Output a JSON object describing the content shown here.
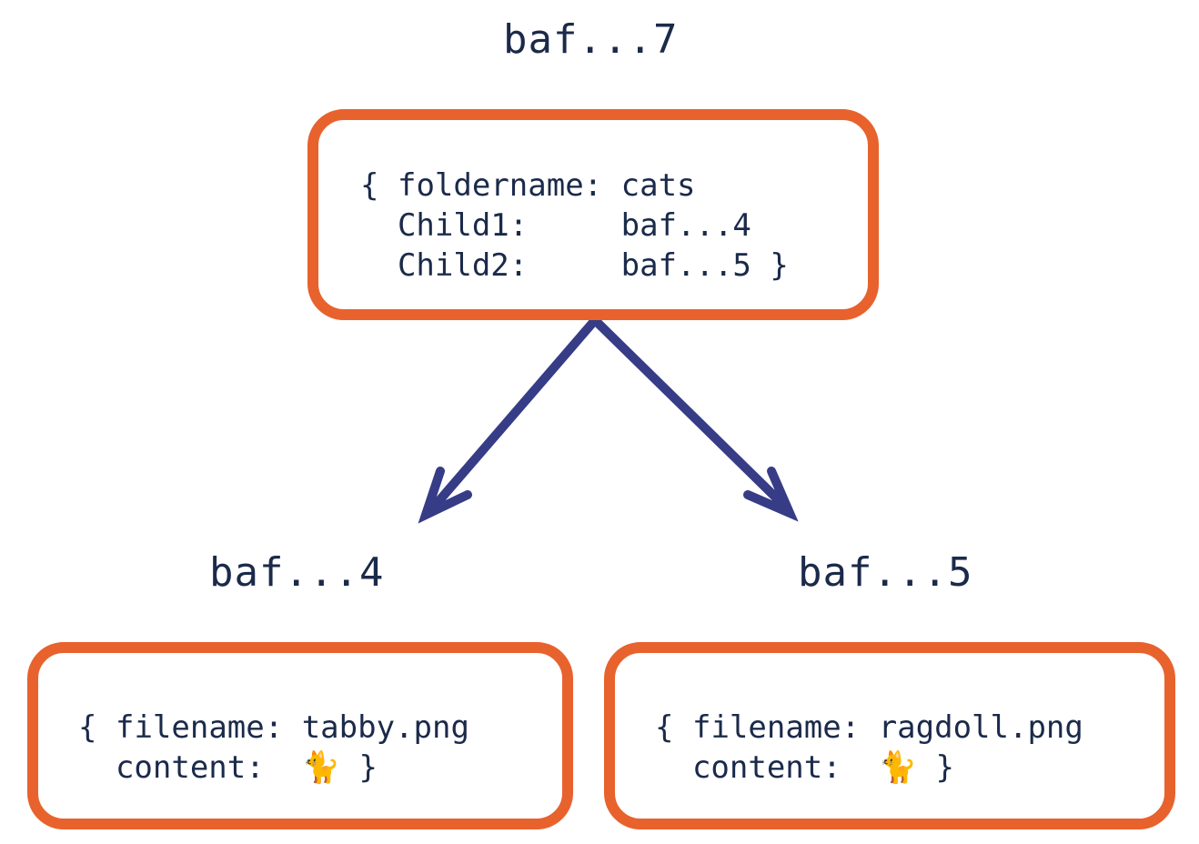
{
  "colors": {
    "node_border": "#e8622d",
    "text": "#1b2a4a",
    "arrow": "#363c86"
  },
  "root": {
    "cid": "baf...7",
    "open": "{",
    "rows": [
      {
        "key": "foldername:",
        "pad": " ",
        "value": "cats"
      },
      {
        "key": "Child1:",
        "pad": "     ",
        "value": "baf...4"
      },
      {
        "key": "Child2:",
        "pad": "     ",
        "value": "baf...5 }"
      }
    ]
  },
  "left": {
    "cid": "baf...4",
    "open": "{",
    "rows": [
      {
        "key": "filename:",
        "pad": " ",
        "value": "tabby.png"
      },
      {
        "key": "content:",
        "pad": "  ",
        "value": "🐈 }",
        "icon": "cat-icon"
      }
    ]
  },
  "right": {
    "cid": "baf...5",
    "open": "{",
    "rows": [
      {
        "key": "filename:",
        "pad": " ",
        "value": "ragdoll.png"
      },
      {
        "key": "content:",
        "pad": "  ",
        "value": "🐈 }",
        "icon": "cat-icon"
      }
    ]
  },
  "edges": [
    {
      "from": "baf...7",
      "to": "baf...4"
    },
    {
      "from": "baf...7",
      "to": "baf...5"
    }
  ]
}
